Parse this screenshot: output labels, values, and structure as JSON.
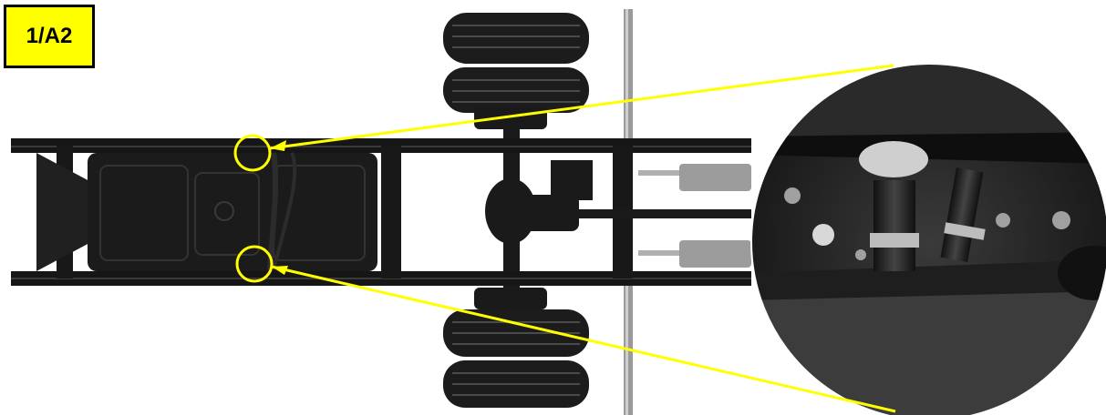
{
  "label": {
    "text": "1/A2"
  },
  "colors": {
    "callout": "#ffff00",
    "label_bg": "#ffff00",
    "chassis": "#161616",
    "tire": "#1c1c1c",
    "background": "#ffffff"
  },
  "icons": [
    "chassis-top-view",
    "magnified-fuel-line-detail"
  ]
}
